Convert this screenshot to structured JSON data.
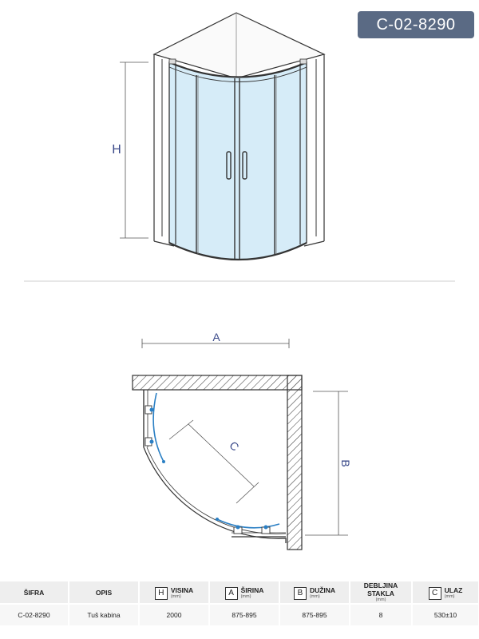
{
  "product_code_badge": "C-02-8290",
  "diagram": {
    "label_h": "H",
    "label_a": "A",
    "label_b": "B",
    "label_c": "C"
  },
  "table": {
    "headers": {
      "sifra": "ŠIFRA",
      "opis": "OPIS",
      "visina": {
        "letter": "H",
        "name": "VISINA",
        "unit": "(mm)"
      },
      "sirina": {
        "letter": "A",
        "name": "ŠIRINA",
        "unit": "(mm)"
      },
      "duzina": {
        "letter": "B",
        "name": "DUŽINA",
        "unit": "(mm)"
      },
      "debljina": {
        "name": "DEBLJINA STAKLA",
        "unit": "(mm)"
      },
      "ulaz": {
        "letter": "C",
        "name": "ULAZ",
        "unit": "(mm)"
      }
    },
    "row": {
      "sifra": "C-02-8290",
      "opis": "Tuš kabina",
      "visina": "2000",
      "sirina": "875-895",
      "duzina": "875-895",
      "debljina": "8",
      "ulaz": "530±10"
    }
  },
  "colors": {
    "badge_bg": "#5a6a84",
    "glass": "#d6ecf8",
    "dimension_text": "#3b4a8a"
  }
}
